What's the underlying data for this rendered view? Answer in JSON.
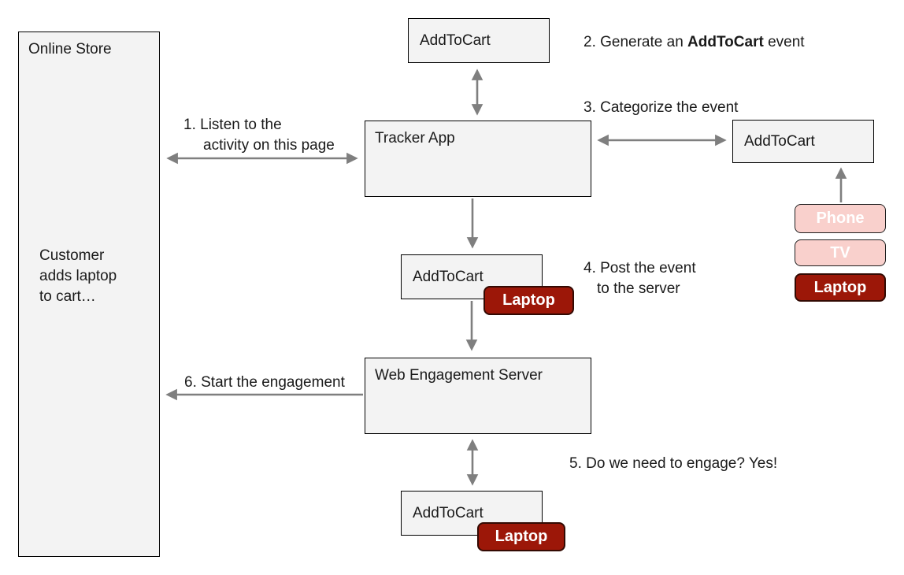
{
  "diagram": {
    "nodes": {
      "online_store": {
        "label": "Online Store",
        "note": "Customer\nadds laptop\nto cart…"
      },
      "add_to_cart_top": {
        "label": "AddToCart"
      },
      "tracker_app": {
        "label": "Tracker App"
      },
      "add_to_cart_right": {
        "label": "AddToCart"
      },
      "add_to_cart_mid": {
        "label": "AddToCart",
        "badge": "Laptop"
      },
      "web_engagement_server": {
        "label": "Web Engagement Server"
      },
      "add_to_cart_bottom": {
        "label": "AddToCart",
        "badge": "Laptop"
      },
      "device_phone": {
        "label": "Phone"
      },
      "device_tv": {
        "label": "TV"
      },
      "device_laptop": {
        "label": "Laptop"
      }
    },
    "annotations": {
      "step1_line1": "1. Listen to the",
      "step1_line2": "activity on this page",
      "step2_prefix": "2. Generate an ",
      "step2_bold": "AddToCart",
      "step2_suffix": " event",
      "step3": "3. Categorize the event",
      "step4_line1": "4. Post the event",
      "step4_line2": "to the server",
      "step5": "5. Do we need to engage? Yes!",
      "step6": "6. Start the engagement"
    },
    "colors": {
      "box_fill": "#f3f3f3",
      "box_border": "#000000",
      "arrow_gray": "#7f7f7f",
      "badge_red": "#9c1708",
      "badge_red_border": "#330a03",
      "badge_pink": "#f9d0cc",
      "badge_text": "#ffffff"
    }
  }
}
